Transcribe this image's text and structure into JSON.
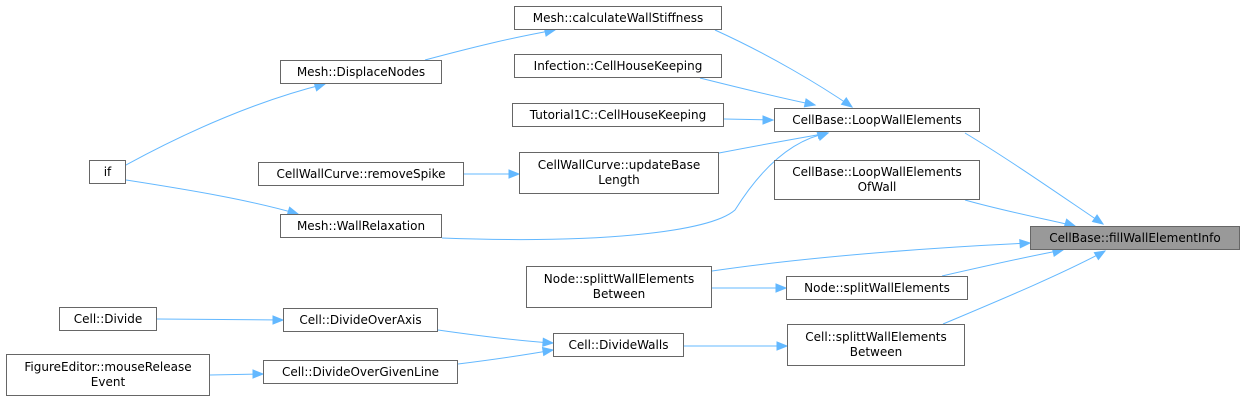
{
  "colors": {
    "edge": "#63b8ff",
    "node_border": "#666666",
    "root_fill": "#999999",
    "node_fill": "#ffffff"
  },
  "nodes": {
    "fill_wall_element_info": {
      "l1": "CellBase::fillWallElementInfo"
    },
    "loop_wall_elements": {
      "l1": "CellBase::LoopWallElements"
    },
    "loop_wall_elements_of_wall": {
      "l1": "CellBase::LoopWallElements",
      "l2": "OfWall"
    },
    "node_split_wall_elements": {
      "l1": "Node::splitWallElements"
    },
    "node_split_wall_elements_between": {
      "l1": "Node::splittWallElements",
      "l2": "Between"
    },
    "cell_splitt_wall_elements_between": {
      "l1": "Cell::splittWallElements",
      "l2": "Between"
    },
    "mesh_calculate_wall_stiffness": {
      "l1": "Mesh::calculateWallStiffness"
    },
    "infection_cell_house_keeping": {
      "l1": "Infection::CellHouseKeeping"
    },
    "tutorial1c_cell_house_keeping": {
      "l1": "Tutorial1C::CellHouseKeeping"
    },
    "cell_wall_curve_update_base_length": {
      "l1": "CellWallCurve::updateBase",
      "l2": "Length"
    },
    "mesh_wall_relaxation": {
      "l1": "Mesh::WallRelaxation"
    },
    "mesh_displace_nodes": {
      "l1": "Mesh::DisplaceNodes"
    },
    "if_node": {
      "l1": "if"
    },
    "cell_wall_curve_remove_spike": {
      "l1": "CellWallCurve::removeSpike"
    },
    "cell_divide_walls": {
      "l1": "Cell::DivideWalls"
    },
    "cell_divide_over_axis": {
      "l1": "Cell::DivideOverAxis"
    },
    "cell_divide_over_given_line": {
      "l1": "Cell::DivideOverGivenLine"
    },
    "cell_divide": {
      "l1": "Cell::Divide"
    },
    "figure_editor_mouse_release_event": {
      "l1": "FigureEditor::mouseRelease",
      "l2": "Event"
    }
  }
}
